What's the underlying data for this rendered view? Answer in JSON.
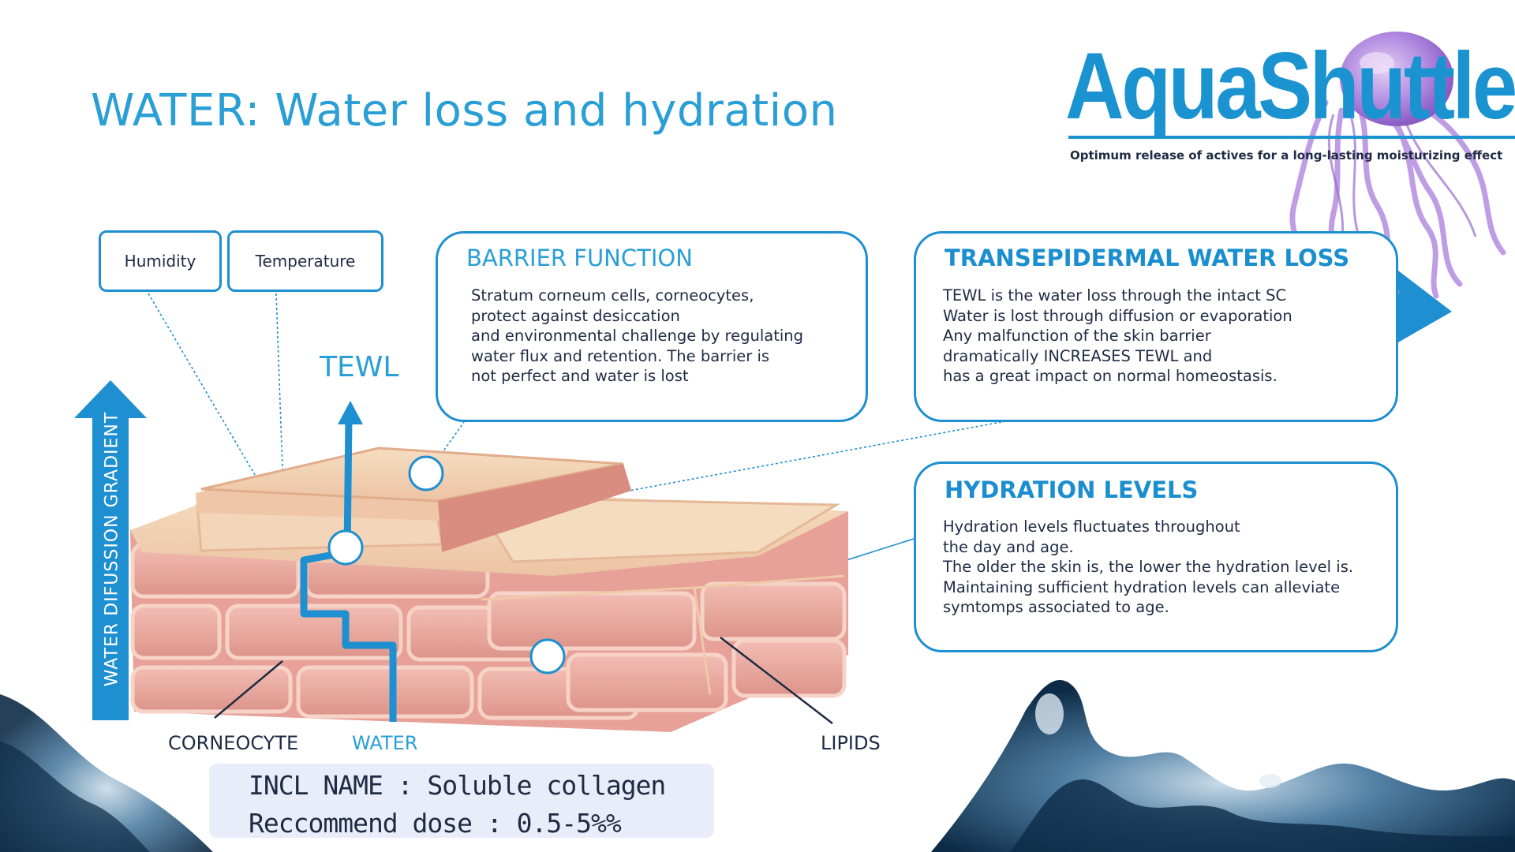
{
  "slide": {
    "title": "WATER: Water loss and hydration"
  },
  "logo": {
    "brand": "AquaShuttle",
    "tagline": "Optimum release of actives for a long-lasting moisturizing effect"
  },
  "factors": {
    "humidity": "Humidity",
    "temperature": "Temperature"
  },
  "barrier_function": {
    "title": "BARRIER FUNCTION",
    "body": "Stratum corneum cells, corneocytes,\nprotect against desiccation\nand environmental challenge by regulating\nwater flux and retention. The barrier is\nnot perfect and water is lost"
  },
  "tewl_card": {
    "title": "TRANSEPIDERMAL WATER LOSS",
    "body": "TEWL is the water loss through the intact SC\nWater is lost through diffusion or evaporation\nAny malfunction of the skin barrier\ndramatically INCREASES TEWL and\nhas a great impact on normal homeostasis."
  },
  "hydration_card": {
    "title": "HYDRATION LEVELS",
    "body": "Hydration levels fluctuates throughout\nthe day and age.\nThe older the skin is, the lower the hydration level is.\nMaintaining sufficient hydration levels can alleviate\nsymtomps associated to age."
  },
  "diagram_labels": {
    "tewl": "TEWL",
    "gradient": "WATER DIFUSSION GRADIENT",
    "corneocyte": "CORNEOCYTE",
    "water": "WATER",
    "lipids": "LIPIDS"
  },
  "ingredient": {
    "incl_name": "INCL NAME : Soluble collagen",
    "dose": "Reccommend dose : 0.5-5%%"
  },
  "colors": {
    "accent_blue": "#1e8fd0",
    "title_blue": "#2a9fd6",
    "skin_top": "#f3d5b5",
    "skin_cell": "#e9a9a0",
    "lipid_line": "#d98f80",
    "text_dark": "#1f2b44",
    "jellyfish": "#a57ad4"
  },
  "icons": {
    "next_arrow": "play-triangle-icon",
    "mascot": "jellyfish-icon"
  }
}
